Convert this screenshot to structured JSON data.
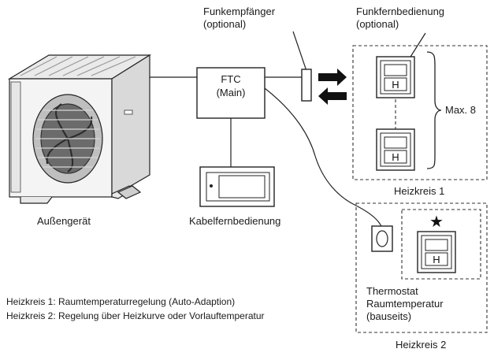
{
  "labels": {
    "funkempfaenger_line1": "Funkempfänger",
    "funkempfaenger_line2": "(optional)",
    "funkfernbedienung_line1": "Funkfernbedienung",
    "funkfernbedienung_line2": "(optional)",
    "ftc_line1": "FTC",
    "ftc_line2": "(Main)",
    "max": "Max. 8",
    "heizkreis1": "Heizkreis 1",
    "aussengeraet": "Außengerät",
    "kabelfernbedienung": "Kabelfernbedienung",
    "thermostat_line1": "Thermostat",
    "thermostat_line2": "Raumtemperatur",
    "thermostat_line3": "(bauseits)",
    "heizkreis2": "Heizkreis 2",
    "legend_line1": "Heizkreis 1: Raumtemperaturregelung (Auto-Adaption)",
    "legend_line2": "Heizkreis 2: Regelung über Heizkurve oder Vorlauftemperatur"
  },
  "remote_key": "H",
  "star": "★"
}
